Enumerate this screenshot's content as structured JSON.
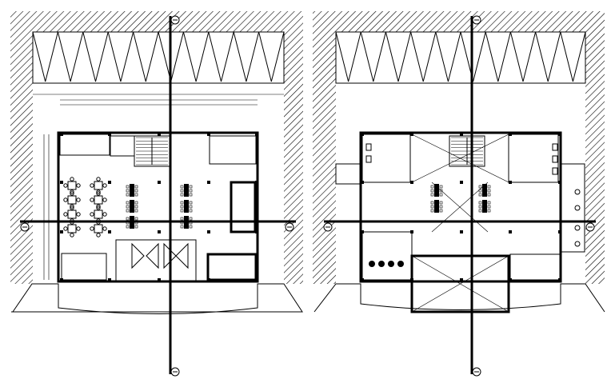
{
  "drawing": {
    "type": "architectural floor plan",
    "plans": [
      {
        "name": "left-plan",
        "furniture": {
          "dining_tables": 8,
          "long_tables": 6
        }
      },
      {
        "name": "right-plan",
        "furniture": {
          "long_tables": 4
        }
      }
    ],
    "colors": {
      "ink": "#000000",
      "background": "#ffffff",
      "hatch": "#000000"
    },
    "icon_names": [
      "grid-axis-bubble-icon",
      "stair-icon",
      "door-swing-icon",
      "column-icon"
    ]
  }
}
